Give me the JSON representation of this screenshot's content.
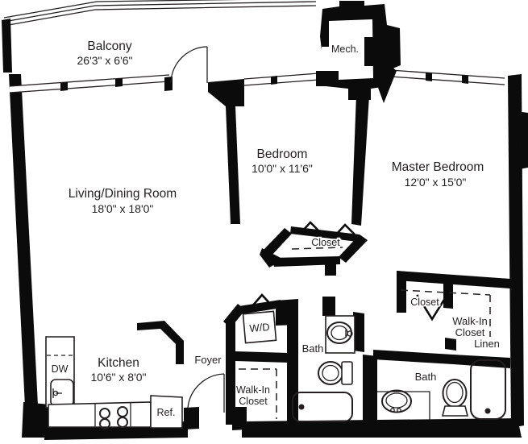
{
  "rooms": {
    "balcony": {
      "label": "Balcony",
      "dims": "26'3\" x 6'6\""
    },
    "living_dining": {
      "label": "Living/Dining Room",
      "dims": "18'0\" x 18'0\""
    },
    "bedroom": {
      "label": "Bedroom",
      "dims": "10'0\" x 11'6\""
    },
    "master_bedroom": {
      "label": "Master Bedroom",
      "dims": "12'0\" x 15'0\""
    },
    "kitchen": {
      "label": "Kitchen",
      "dims": "10'6\" x 8'0\""
    },
    "mech": {
      "label": "Mech."
    },
    "foyer": {
      "label": "Foyer"
    },
    "bath_main": {
      "label": "Bath"
    },
    "bath_master": {
      "label": "Bath"
    },
    "bedroom_closet": {
      "label": "Closet"
    },
    "master_closet": {
      "label": "Closet"
    },
    "foyer_walkin": {
      "line1": "Walk-In",
      "line2": "Closet"
    },
    "master_walkin": {
      "line1": "Walk-In",
      "line2": "Closet"
    },
    "linen": {
      "label": "Linen"
    }
  },
  "fixtures": {
    "dishwasher": "DW",
    "refrigerator": "Ref.",
    "washer_dryer": "W/D"
  },
  "colors": {
    "walls": "#0b0b0b",
    "lines": "#231f20",
    "background": "#ffffff"
  }
}
